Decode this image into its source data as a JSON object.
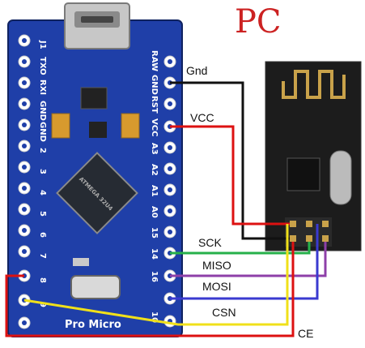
{
  "title": "PC",
  "board": {
    "name": "Pro Micro",
    "top_labels": [
      "J1",
      "TXO",
      "RXI",
      "GND",
      "GND",
      "2",
      "3",
      "4",
      "5",
      "6",
      "7",
      "8",
      "9"
    ],
    "right_labels": [
      "RAW",
      "GND",
      "RST",
      "VCC",
      "A3",
      "A2",
      "A1",
      "A0",
      "15",
      "14",
      "16",
      "10"
    ],
    "chip_text": "ATMEGA 32U4"
  },
  "wires": [
    {
      "label": "Gnd",
      "color": "#111111"
    },
    {
      "label": "VCC",
      "color": "#dd1111"
    },
    {
      "label": "SCK",
      "color": "#111111"
    },
    {
      "label": "MISO",
      "color": "#8e3fa8"
    },
    {
      "label": "MOSI",
      "color": "#3a3ad0"
    },
    {
      "label": "CSN",
      "color": "#f0e01a"
    },
    {
      "label": "CE",
      "color": "#dd1111"
    }
  ],
  "colors": {
    "board": "#1f3fa8",
    "board_dark": "#173085",
    "pcb_module": "#1c1c1c",
    "gold": "#c9a24a",
    "green_wire": "#26b04a",
    "title": "#cc2222"
  }
}
